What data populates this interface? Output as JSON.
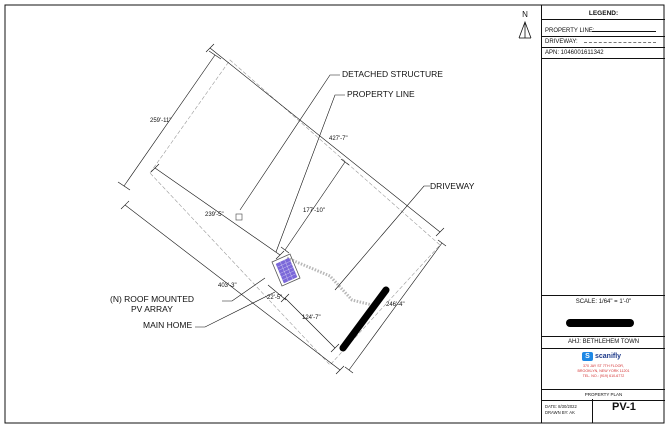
{
  "labels": {
    "detached_structure": "DETACHED STRUCTURE",
    "property_line": "PROPERTY LINE",
    "driveway": "DRIVEWAY",
    "roof_array_1": "(N) ROOF MOUNTED",
    "roof_array_2": "PV ARRAY",
    "main_home": "MAIN HOME"
  },
  "dimensions": {
    "d1": "259'-11\"",
    "d2": "427'-7\"",
    "d3": "239'-5\"",
    "d4": "177'-10\"",
    "d5": "403'-3\"",
    "d6": "22'-5\"",
    "d7": "124'-7\"",
    "d8": "246'-4\""
  },
  "north": "N",
  "legend": {
    "title": "LEGEND:",
    "property_line": "PROPERTY LINE:",
    "driveway": "DRIVEWAY:",
    "apn": "APN: 1046001611342"
  },
  "scale": "SCALE: 1/64\" = 1'-0\"",
  "ahj": "AHJ: BETHLEHEM TOWN",
  "company": {
    "name": "scanifly",
    "address1": "370 JAY ST 7TH FLOOR,",
    "address2": "BROOKLYN, NEW YORK 11201",
    "phone": "TEL. NO.: (919) 610-6772"
  },
  "sheet_name": "PROPERTY PLAN",
  "date": "DATE: 8/30/2022",
  "drawn_by": "DRAWN BY: AK",
  "sheet_number": "PV-1",
  "colors": {
    "pv_array": "#7b68d9",
    "logo": "#1e88e5",
    "address": "#d32f2f"
  }
}
